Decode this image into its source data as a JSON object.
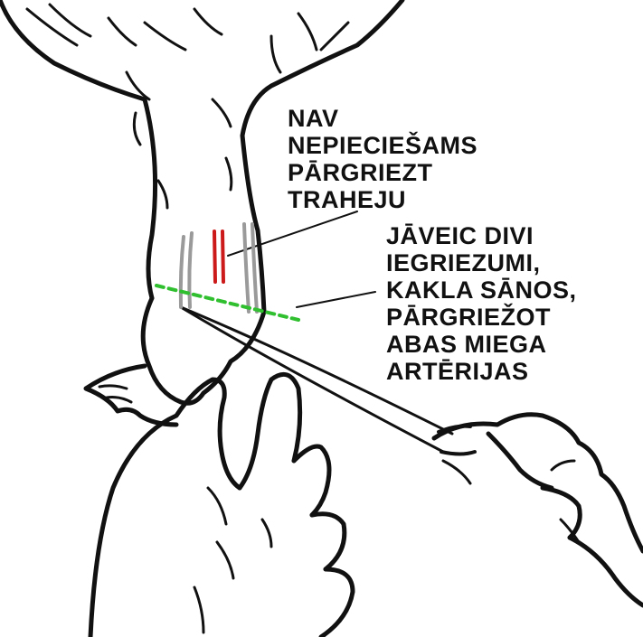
{
  "colors": {
    "ink": "#111111",
    "cut_lines": "#cc1a1a",
    "trachea_lines": "#9a9a9a",
    "cut_guide": "#2fbf2f",
    "background": "#ffffff"
  },
  "labels": {
    "trachea_note": [
      "NAV",
      "NEPIECIEŠAMS",
      "PĀRGRIEZT",
      "TRAHEJU"
    ],
    "cut_note": [
      "JĀVEIC DIVI",
      "IEGRIEZUMI,",
      "KAKLA SĀNOS,",
      "PĀRGRIEŽOT",
      "ABAS MIEGA",
      "ARTĒRIJAS"
    ]
  },
  "icons": [
    "bird-neck-illustration",
    "hand-holding-head-icon",
    "hand-holding-knife-icon",
    "knife-blade-icon"
  ]
}
